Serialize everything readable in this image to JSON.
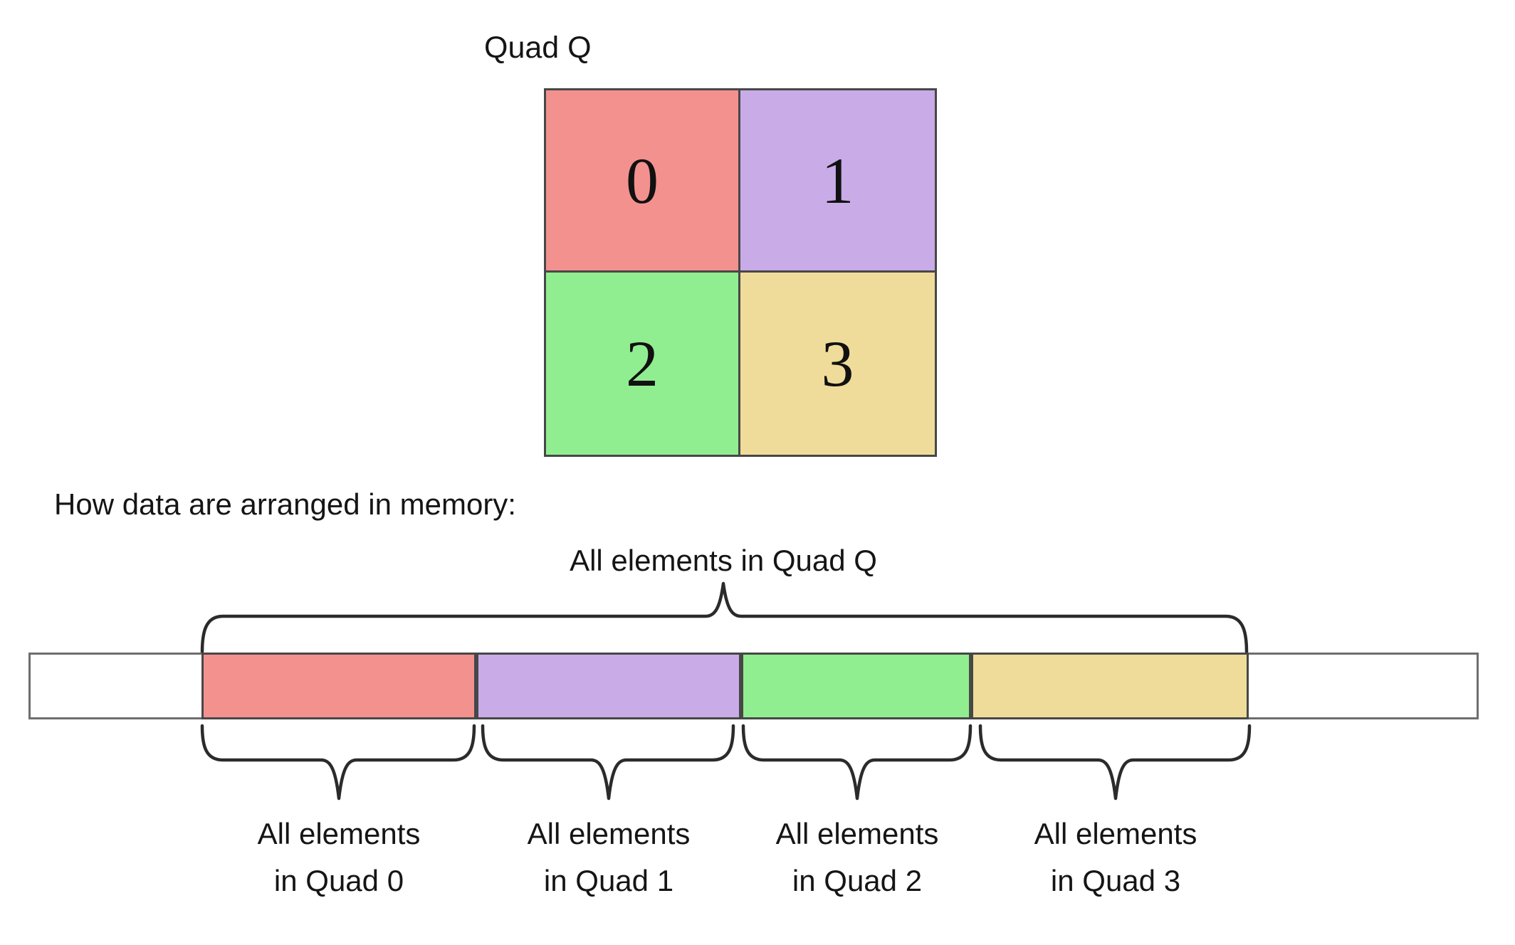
{
  "figure": {
    "quad_title": "Quad Q",
    "memory_heading": "How data are arranged in memory:",
    "top_brace_label": "All elements in Quad Q"
  },
  "quadrants": [
    {
      "label": "0",
      "color": "#F3918F"
    },
    {
      "label": "1",
      "color": "#C9ABE8"
    },
    {
      "label": "2",
      "color": "#90EE90"
    },
    {
      "label": "3",
      "color": "#F0DC9A"
    }
  ],
  "memory_bar": {
    "segments": [
      {
        "quad": "0",
        "color": "#F3918F",
        "label_line1": "All elements",
        "label_line2": "in Quad 0"
      },
      {
        "quad": "1",
        "color": "#C9ABE8",
        "label_line1": "All elements",
        "label_line2": "in Quad 1"
      },
      {
        "quad": "2",
        "color": "#90EE90",
        "label_line1": "All elements",
        "label_line2": "in Quad 2"
      },
      {
        "quad": "3",
        "color": "#F0DC9A",
        "label_line1": "All elements",
        "label_line2": "in Quad 3"
      }
    ]
  },
  "colors": {
    "background": "#FFFFFF",
    "grid_border": "#474747",
    "bar_border": "#6E6E6E",
    "brace": "#2B2B2B",
    "text": "#151515"
  }
}
